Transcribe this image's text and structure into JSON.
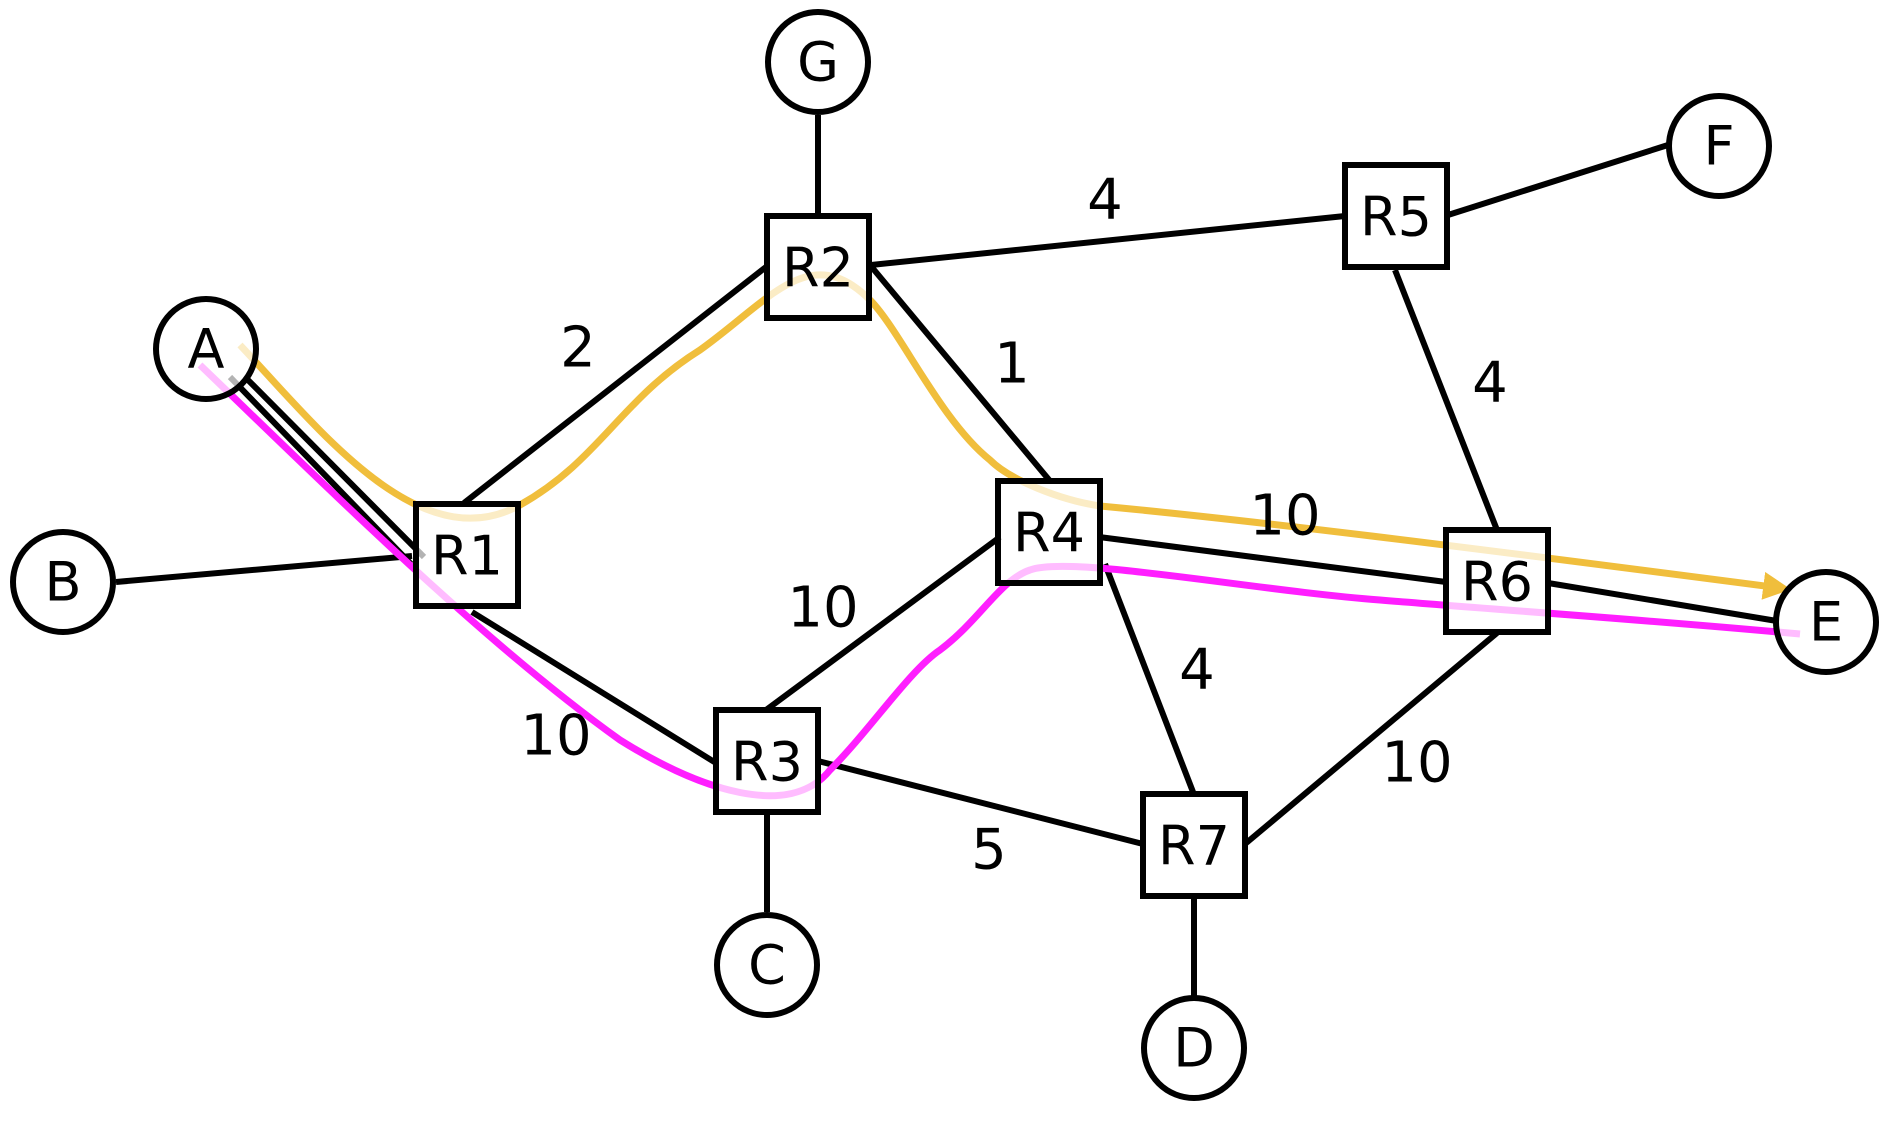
{
  "colors": {
    "background": "#ffffff",
    "stroke": "#000000",
    "route_yellow": "#F0BE3C",
    "route_magenta": "#FF1EFF"
  },
  "hosts": [
    {
      "id": "A",
      "label": "A"
    },
    {
      "id": "B",
      "label": "B"
    },
    {
      "id": "C",
      "label": "C"
    },
    {
      "id": "D",
      "label": "D"
    },
    {
      "id": "E",
      "label": "E"
    },
    {
      "id": "F",
      "label": "F"
    },
    {
      "id": "G",
      "label": "G"
    }
  ],
  "routers": [
    {
      "id": "R1",
      "label": "R1"
    },
    {
      "id": "R2",
      "label": "R2"
    },
    {
      "id": "R3",
      "label": "R3"
    },
    {
      "id": "R4",
      "label": "R4"
    },
    {
      "id": "R5",
      "label": "R5"
    },
    {
      "id": "R6",
      "label": "R6"
    },
    {
      "id": "R7",
      "label": "R7"
    }
  ],
  "links": [
    {
      "from": "A",
      "to": "R1"
    },
    {
      "from": "B",
      "to": "R1"
    },
    {
      "from": "C",
      "to": "R3"
    },
    {
      "from": "D",
      "to": "R7"
    },
    {
      "from": "R6",
      "to": "E"
    },
    {
      "from": "R5",
      "to": "F"
    },
    {
      "from": "G",
      "to": "R2"
    },
    {
      "from": "R1",
      "to": "R2",
      "weight": "2"
    },
    {
      "from": "R1",
      "to": "R3",
      "weight": "10"
    },
    {
      "from": "R2",
      "to": "R5",
      "weight": "4"
    },
    {
      "from": "R2",
      "to": "R4",
      "weight": "1"
    },
    {
      "from": "R3",
      "to": "R4",
      "weight": "10"
    },
    {
      "from": "R3",
      "to": "R7",
      "weight": "5"
    },
    {
      "from": "R4",
      "to": "R6",
      "weight": "10"
    },
    {
      "from": "R4",
      "to": "R7",
      "weight": "4"
    },
    {
      "from": "R5",
      "to": "R6",
      "weight": "4"
    },
    {
      "from": "R6",
      "to": "R7",
      "weight": "10"
    }
  ],
  "paths": [
    {
      "color": "route_yellow",
      "route": [
        "A",
        "R1",
        "R2",
        "R4",
        "R6",
        "E"
      ]
    },
    {
      "color": "route_magenta",
      "route": [
        "A",
        "R1",
        "R3",
        "R4",
        "R6",
        "E"
      ]
    }
  ]
}
